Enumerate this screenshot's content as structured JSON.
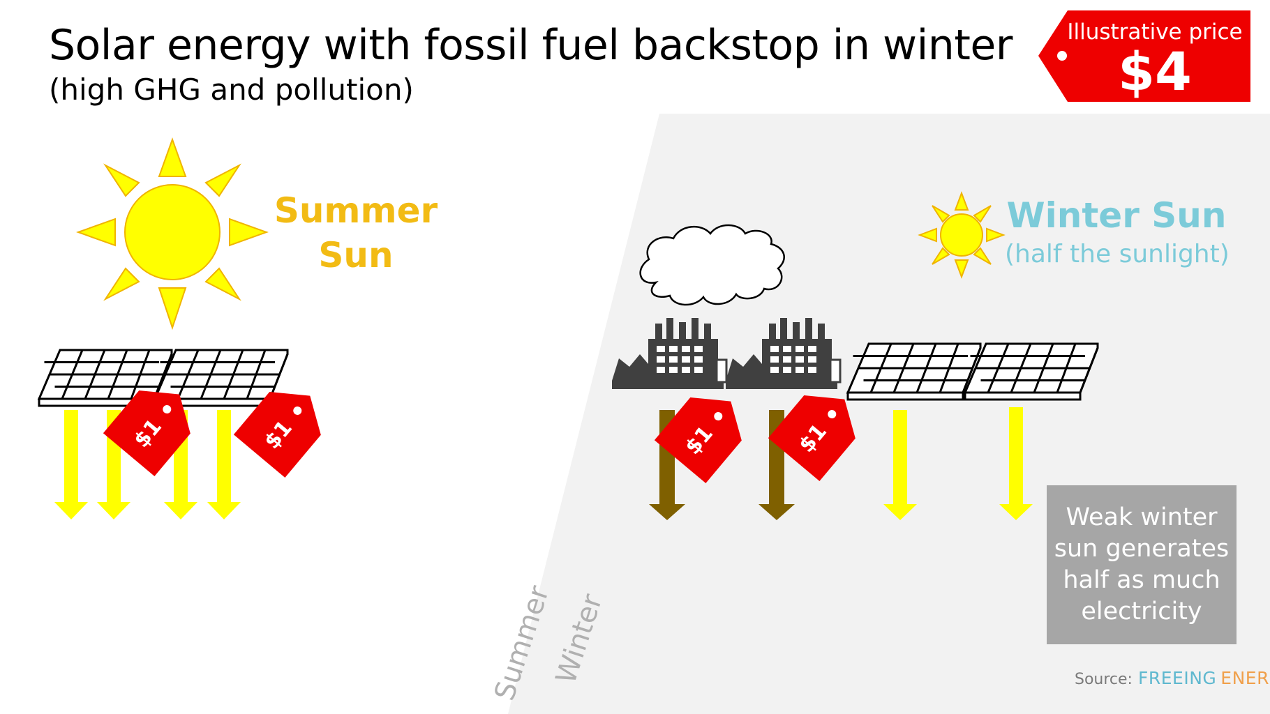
{
  "header": {
    "title": "Solar energy with fossil fuel backstop in winter",
    "subtitle": "(high GHG and pollution)"
  },
  "price_tag": {
    "caption": "Illustrative price",
    "value": "$4"
  },
  "summer": {
    "label": "Summer\nSun"
  },
  "winter": {
    "label": "Winter Sun",
    "sublabel": "(half the sunlight)"
  },
  "unit_tag_label": "$1",
  "note": "Weak winter sun generates half as much electricity",
  "season_labels": {
    "summer": "Summer",
    "winter": "Winter"
  },
  "source": {
    "prefix": "Source:",
    "brand_part1": "FREEING",
    "brand_part2": "ENERGY"
  },
  "colors": {
    "price_red": "#ee0000",
    "sun_yellow": "#ffff00",
    "summer_label": "#f2bb14",
    "winter_label": "#7ccbd9",
    "energy_arrow_solar": "#ffff00",
    "energy_arrow_fossil": "#7f6000",
    "factory": "#404040",
    "winter_background": "#f2f2f2"
  },
  "icons": {
    "summer_sun": "sun-icon",
    "winter_sun": "sun-icon",
    "solar_panel": "solar-panel-icon",
    "factory": "factory-icon",
    "cloud": "cloud-icon",
    "price_tag": "price-tag-icon",
    "arrow": "down-arrow-icon"
  }
}
